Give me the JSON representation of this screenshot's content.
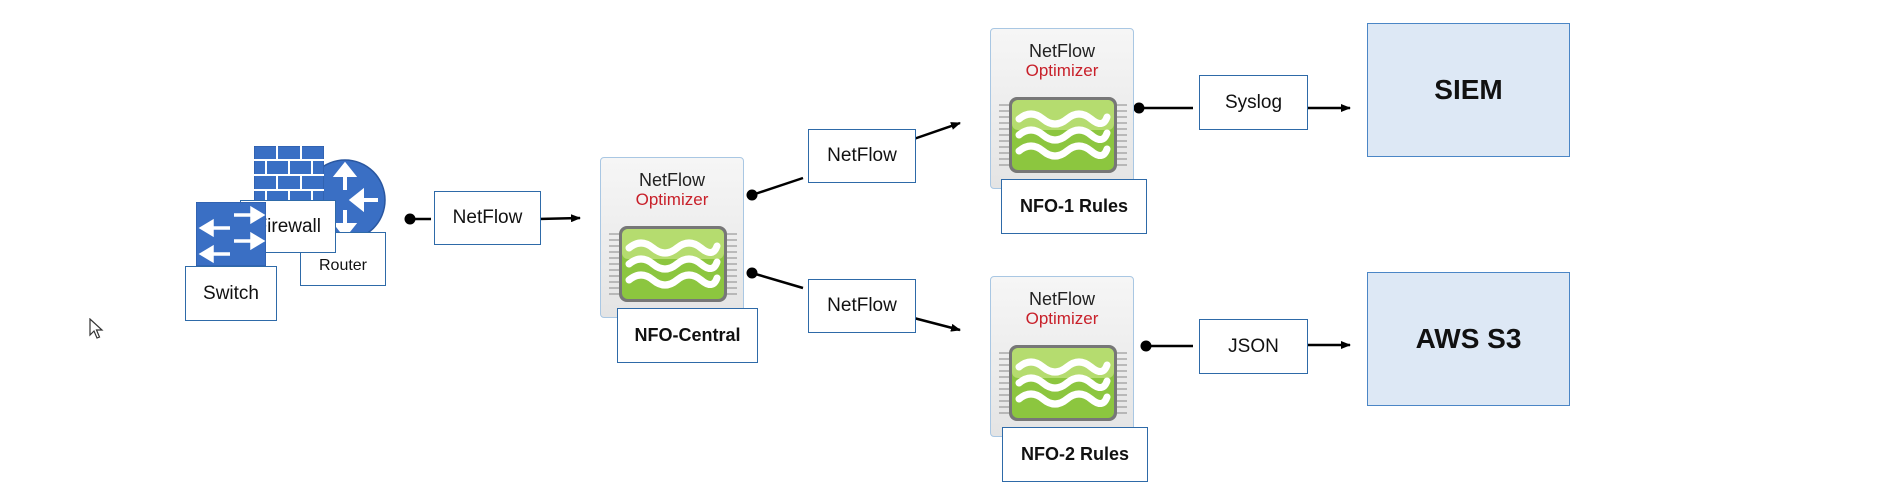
{
  "sources": {
    "firewall_label": "Firewall",
    "router_label": "Router",
    "switch_label": "Switch"
  },
  "flow_labels": {
    "ingest": "NetFlow",
    "upper": "NetFlow",
    "lower": "NetFlow",
    "syslog": "Syslog",
    "json": "JSON"
  },
  "appliances": {
    "central": {
      "title": "NetFlow",
      "subtitle": "Optimizer",
      "label": "NFO-Central"
    },
    "nfo1": {
      "title": "NetFlow",
      "subtitle": "Optimizer",
      "label": "NFO-1 Rules"
    },
    "nfo2": {
      "title": "NetFlow",
      "subtitle": "Optimizer",
      "label": "NFO-2 Rules"
    }
  },
  "destinations": {
    "siem": "SIEM",
    "aws": "AWS S3"
  },
  "colors": {
    "box_border": "#2e6aa8",
    "dest_fill": "#dde8f5",
    "optimizer_red": "#c8202a",
    "chip_green": "#8cc63f",
    "device_blue": "#3a6fc4"
  }
}
